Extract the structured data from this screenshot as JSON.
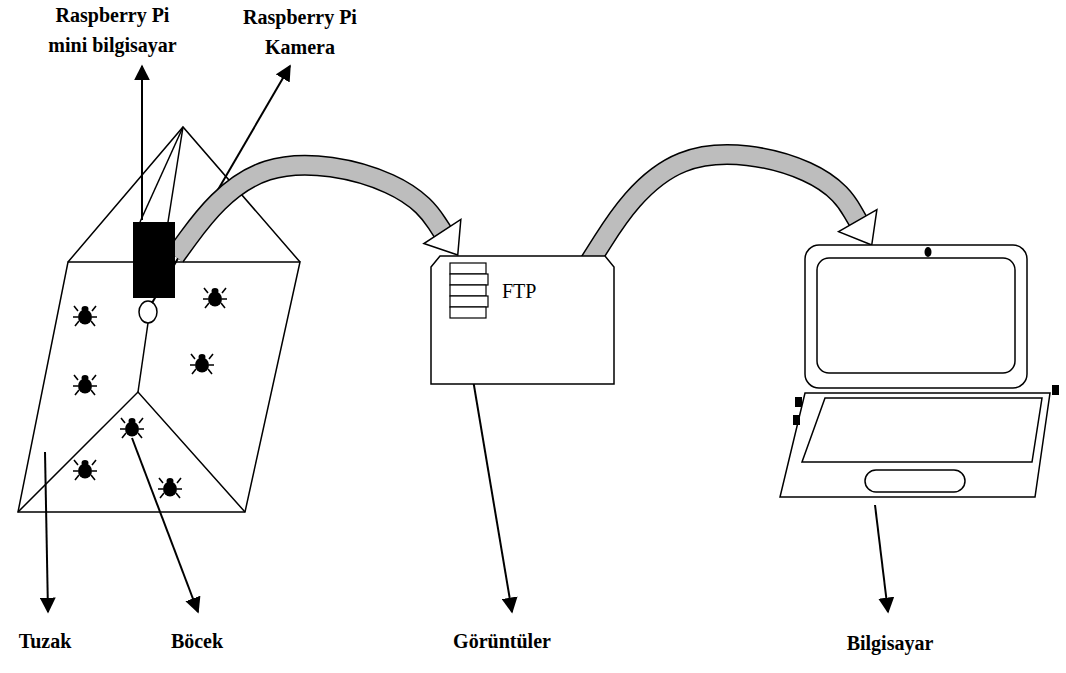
{
  "diagram": {
    "nodes": [
      {
        "text": [
          "Raspberry Pi mini bilgisayar"
        ]
      },
      {
        "text": [
          "FTP"
        ]
      },
      {
        "text": [
          "Bilgisayar"
        ]
      }
    ],
    "edges": [
      {
        "from": 0,
        "to": 1,
        "arrow": "to"
      },
      {
        "from": 1,
        "to": 2,
        "arrow": "to"
      }
    ],
    "labels": [
      "Raspberry Pi Kamera",
      "Tuzak",
      "Böcek",
      "Görüntüler"
    ]
  }
}
